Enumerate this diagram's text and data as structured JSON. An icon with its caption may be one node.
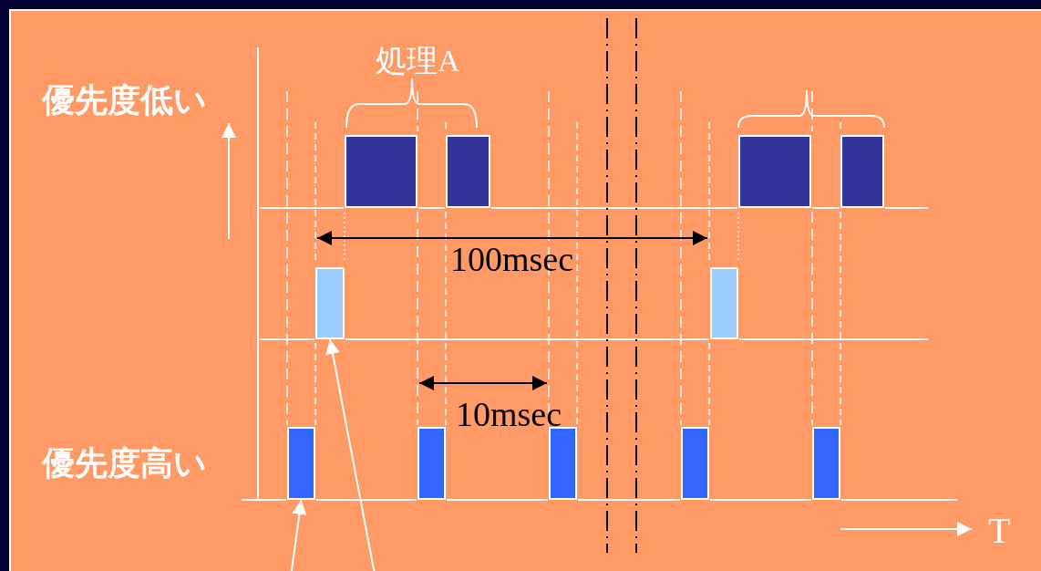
{
  "diagram": {
    "nodes": [
      {
        "text": [],
        "shape": "bar"
      },
      {
        "text": [],
        "shape": "bar"
      },
      {
        "text": [],
        "shape": "bar"
      },
      {
        "text": [],
        "shape": "bar"
      },
      {
        "text": [],
        "shape": "bar"
      },
      {
        "text": [],
        "shape": "bar"
      },
      {
        "text": [],
        "shape": "bar"
      },
      {
        "text": [],
        "shape": "bar"
      },
      {
        "text": [],
        "shape": "bar"
      },
      {
        "text": [],
        "shape": "bar"
      },
      {
        "text": [],
        "shape": "bar"
      }
    ],
    "edges": [
      {
        "from": null,
        "to": 6,
        "arrow": "to"
      },
      {
        "from": null,
        "to": 4,
        "arrow": "to"
      }
    ],
    "labels": [
      "処理A",
      "優先度低い",
      "100msec",
      "10msec",
      "優先度高い",
      "T"
    ]
  }
}
